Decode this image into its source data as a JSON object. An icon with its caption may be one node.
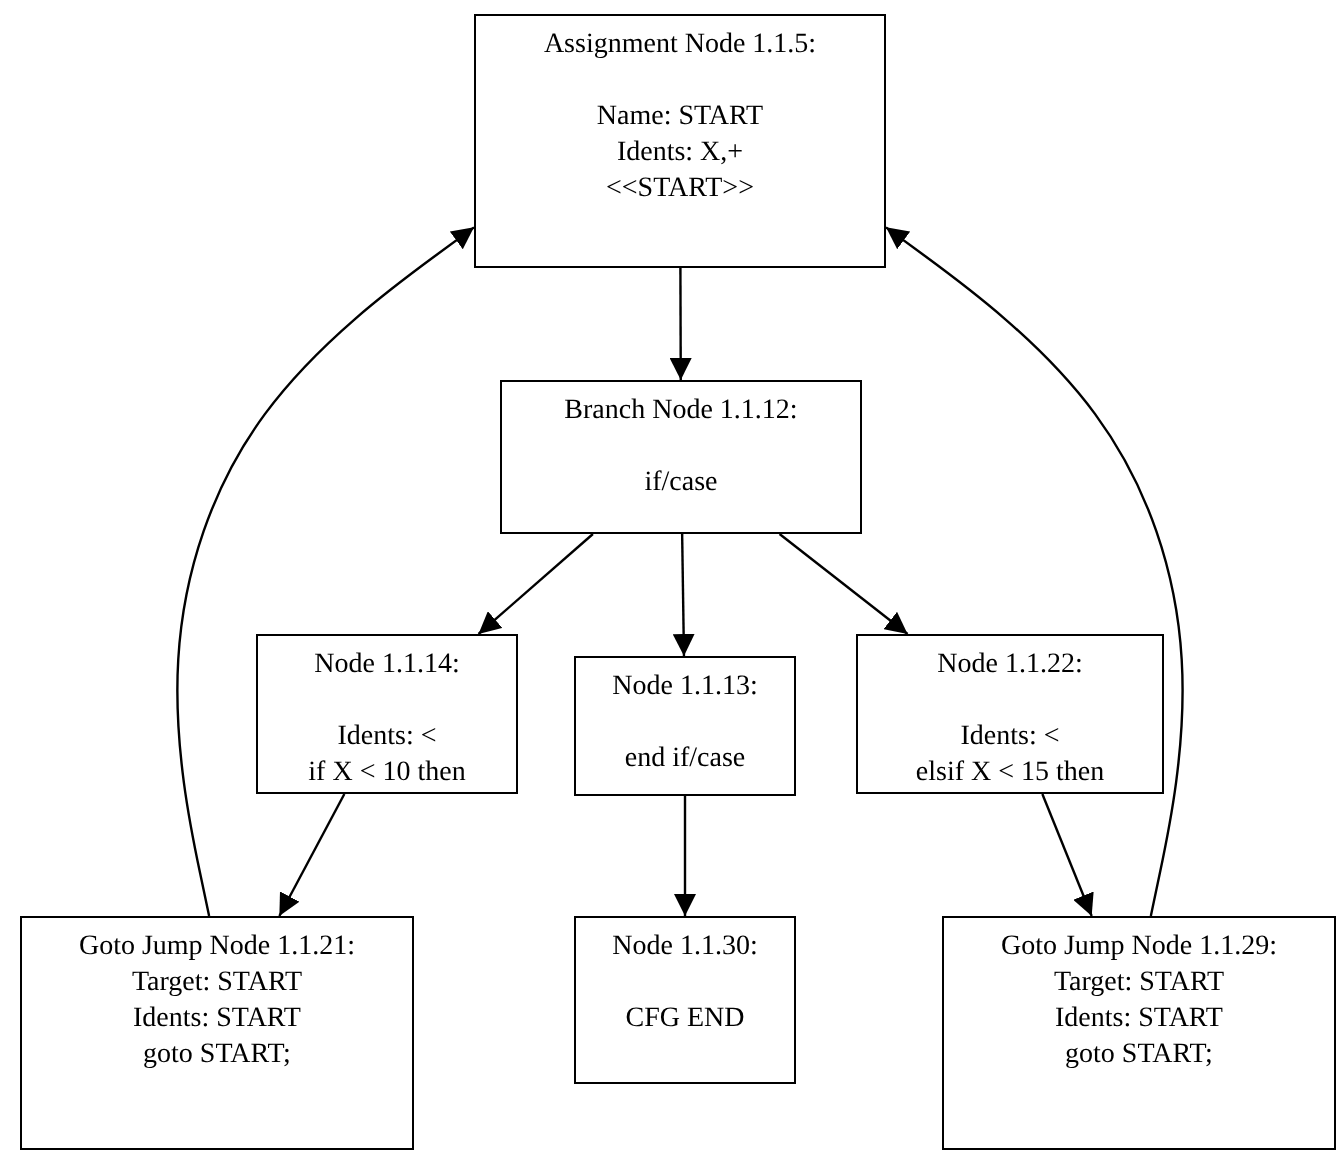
{
  "diagram": {
    "nodes": [
      {
        "text": [
          "Assignment Node 1.1.5:",
          "Name: START",
          "Idents: X,+",
          "<<START>>"
        ]
      },
      {
        "text": [
          "Branch Node 1.1.12:",
          "if/case"
        ]
      },
      {
        "text": [
          "Node 1.1.14:",
          "Idents: <",
          "if X < 10 then"
        ]
      },
      {
        "text": [
          "Node 1.1.13:",
          "end if/case"
        ]
      },
      {
        "text": [
          "Node 1.1.22:",
          "Idents: <",
          "elsif X < 15 then"
        ]
      },
      {
        "text": [
          "Goto Jump Node 1.1.21:",
          "Target: START",
          "Idents: START",
          "goto START;"
        ]
      },
      {
        "text": [
          "Node 1.1.30:",
          "CFG END"
        ]
      },
      {
        "text": [
          "Goto Jump Node 1.1.29:",
          "Target: START",
          "Idents: START",
          "goto START;"
        ]
      }
    ],
    "edges": [
      {
        "from": 0,
        "to": 1,
        "arrow": "to"
      },
      {
        "from": 1,
        "to": 2,
        "arrow": "to"
      },
      {
        "from": 1,
        "to": 3,
        "arrow": "to"
      },
      {
        "from": 1,
        "to": 4,
        "arrow": "to"
      },
      {
        "from": 2,
        "to": 5,
        "arrow": "to"
      },
      {
        "from": 3,
        "to": 6,
        "arrow": "to"
      },
      {
        "from": 4,
        "to": 7,
        "arrow": "to"
      },
      {
        "from": 5,
        "to": 0,
        "arrow": "to"
      },
      {
        "from": 7,
        "to": 0,
        "arrow": "to"
      }
    ]
  }
}
